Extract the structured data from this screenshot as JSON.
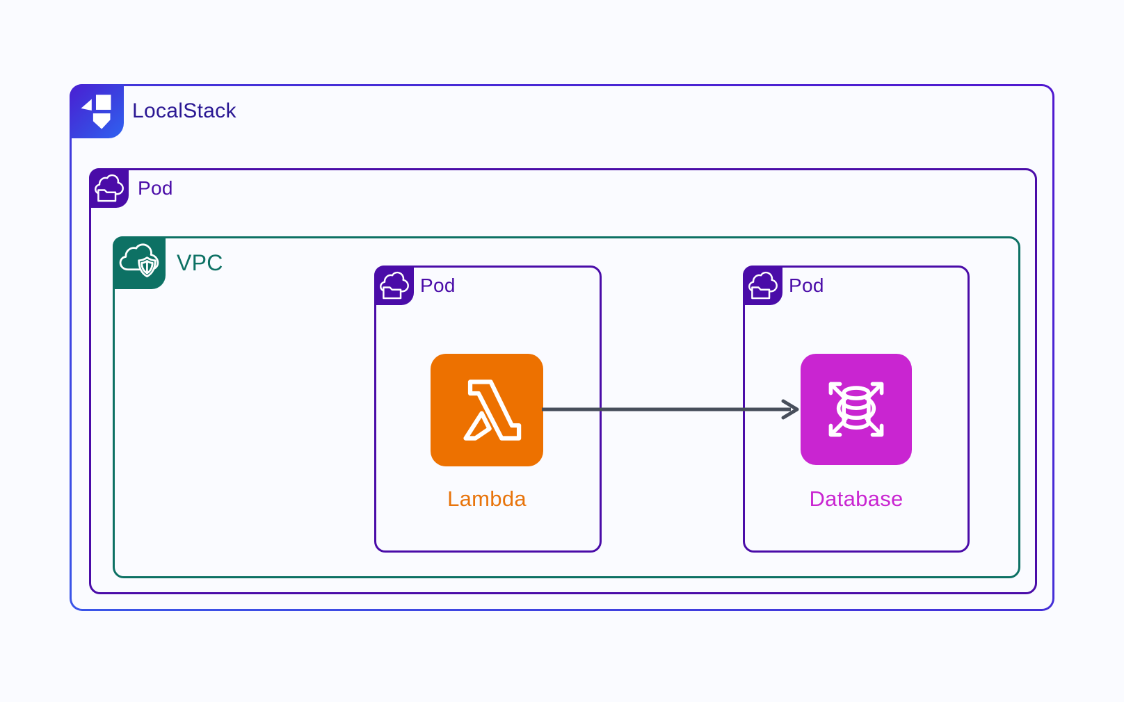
{
  "diagram": {
    "localstack": {
      "label": "LocalStack",
      "text_color": "#2A1793",
      "border_colors": [
        "#5018CF",
        "#3A55E8"
      ],
      "icon": "localstack-logo-icon"
    },
    "pod_outer": {
      "label": "Pod",
      "color": "#4A0CA8",
      "icon": "cloud-folder-icon"
    },
    "vpc": {
      "label": "VPC",
      "color": "#0D7164",
      "icon": "cloud-shield-icon"
    },
    "pod_lambda": {
      "label": "Pod",
      "color": "#4A0CA8",
      "icon": "cloud-folder-icon"
    },
    "pod_database": {
      "label": "Pod",
      "color": "#4A0CA8",
      "icon": "cloud-folder-icon"
    },
    "lambda": {
      "label": "Lambda",
      "color": "#ED7100",
      "icon": "lambda-icon"
    },
    "database": {
      "label": "Database",
      "color": "#C925D1",
      "icon": "database-icon"
    },
    "edge": {
      "from": "Lambda",
      "to": "Database",
      "color": "#474E5B",
      "style": "solid-arrow"
    },
    "background": "#FAFBFF"
  }
}
